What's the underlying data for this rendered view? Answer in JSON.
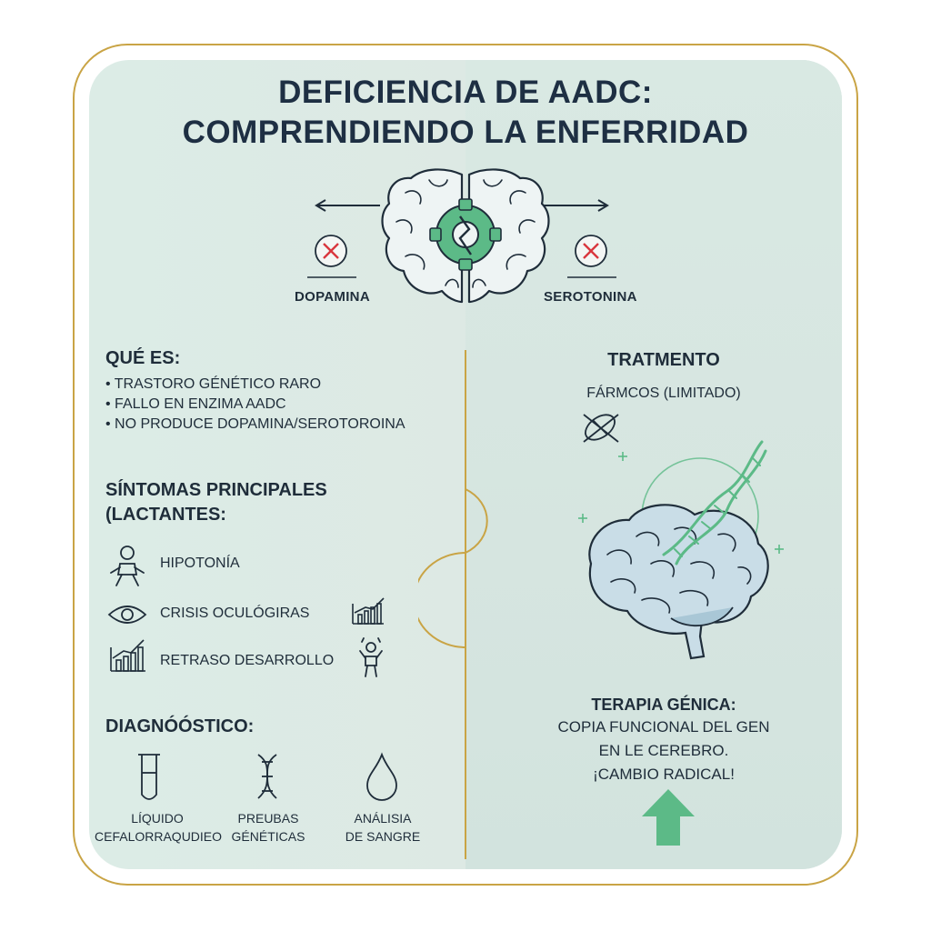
{
  "title": {
    "line1": "DEFICIENCIA DE AADC:",
    "line2": "COMPRENDIENDO LA ENFERRIDAD"
  },
  "neurotransmitters": {
    "left": "DOPAMINA",
    "right": "SEROTONINA"
  },
  "que_es": {
    "heading": "QUÉ ES:",
    "bullets": [
      "• TRASTORO GÉNÉTICO RARO",
      "• FALLO EN ENZIMA AADC",
      "• NO PRODUCE DOPAMINA/SEROTOROINA"
    ]
  },
  "sintomas": {
    "heading_line1": "SÍNTOMAS PRINCIPALES",
    "heading_line2": "(LACTANTES:",
    "items": [
      "HIPOTONÍA",
      "CRISIS OCULÓGIRAS",
      "RETRASO DESARROLLO"
    ]
  },
  "diagnostico": {
    "heading": "DIAGNÓÓSTICO:",
    "items": [
      {
        "line1": "LÍQUIDO",
        "line2": "CEFALORRAQUDIEO"
      },
      {
        "line1": "PREUBAS",
        "line2": "GÉNÉTICAS"
      },
      {
        "line1": "ANÁLISIA",
        "line2": "DE SANGRE"
      }
    ]
  },
  "tratamiento": {
    "heading": "TRATMENTO",
    "farmacos": "FÁRMCOS (LIMITADO)"
  },
  "terapia": {
    "heading": "TERAPIA GÉNICA:",
    "line1": "COPIA FUNCIONAL DEL GEN",
    "line2": "EN LE CEREBRO.",
    "line3": "¡CAMBIO RADICAL!"
  },
  "colors": {
    "gold": "#c9a445",
    "green": "#5cba87",
    "navy": "#1e2f43",
    "red": "#d9363e"
  },
  "icons": [
    "brain-gear-icon",
    "cross-icon",
    "baby-icon",
    "eye-icon",
    "chart-icon",
    "person-icon",
    "test-tube-icon",
    "dna-icon",
    "drop-icon",
    "brain-dna-icon",
    "arrow-up-icon",
    "crossed-pill-icon"
  ]
}
